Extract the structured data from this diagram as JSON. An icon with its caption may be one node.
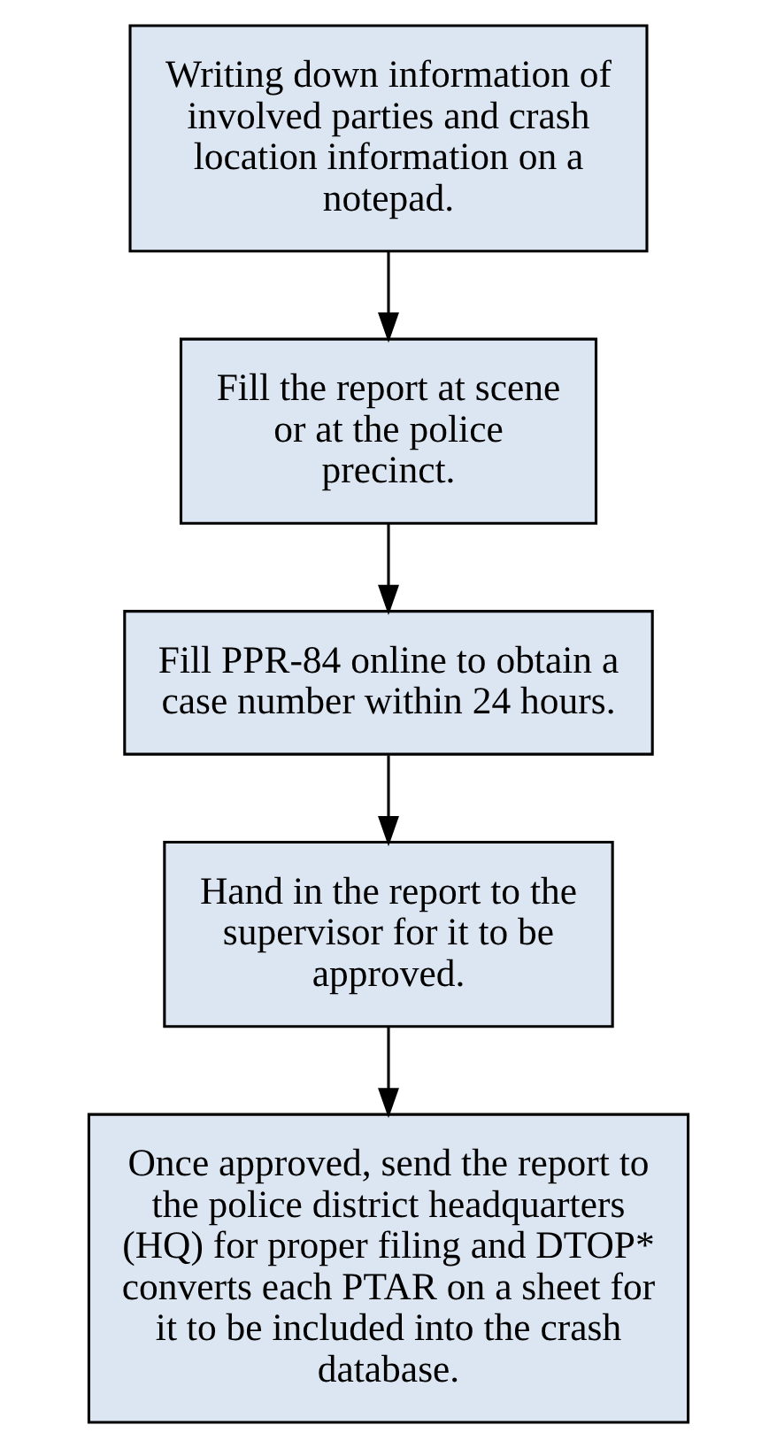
{
  "diagram": {
    "nodes": [
      {
        "text": [
          "Writing down information of involved parties and crash location information on a notepad."
        ]
      },
      {
        "text": [
          "Fill the report at scene or at the police precinct."
        ]
      },
      {
        "text": [
          "Fill PPR-84 online to obtain a case number within 24 hours."
        ]
      },
      {
        "text": [
          "Hand in the report to the supervisor for it to be approved."
        ]
      },
      {
        "text": [
          "Once approved, send the report to the police district headquarters (HQ) for proper filing and DTOP* converts each PTAR on a sheet for it to be included into the crash database."
        ]
      }
    ],
    "edges": [
      {
        "from": 0,
        "to": 1,
        "arrow": "to"
      },
      {
        "from": 1,
        "to": 2,
        "arrow": "to"
      },
      {
        "from": 2,
        "to": 3,
        "arrow": "to"
      },
      {
        "from": 3,
        "to": 4,
        "arrow": "to"
      }
    ]
  }
}
